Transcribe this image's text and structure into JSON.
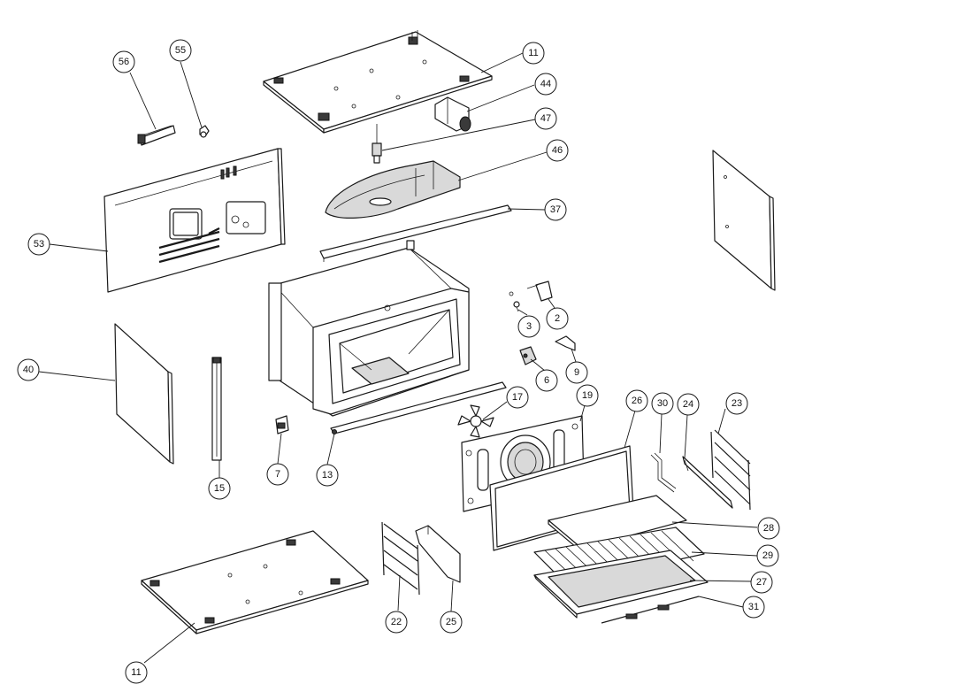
{
  "callouts": [
    {
      "id": "c11a",
      "label": "11"
    },
    {
      "id": "c44",
      "label": "44"
    },
    {
      "id": "c47",
      "label": "47"
    },
    {
      "id": "c46",
      "label": "46"
    },
    {
      "id": "c37",
      "label": "37"
    },
    {
      "id": "c56",
      "label": "56"
    },
    {
      "id": "c55",
      "label": "55"
    },
    {
      "id": "c53",
      "label": "53"
    },
    {
      "id": "c40",
      "label": "40"
    },
    {
      "id": "c15",
      "label": "15"
    },
    {
      "id": "c7",
      "label": "7"
    },
    {
      "id": "c13",
      "label": "13"
    },
    {
      "id": "c17",
      "label": "17"
    },
    {
      "id": "c3",
      "label": "3"
    },
    {
      "id": "c2",
      "label": "2"
    },
    {
      "id": "c9",
      "label": "9"
    },
    {
      "id": "c6",
      "label": "6"
    },
    {
      "id": "c19",
      "label": "19"
    },
    {
      "id": "c26",
      "label": "26"
    },
    {
      "id": "c30",
      "label": "30"
    },
    {
      "id": "c24",
      "label": "24"
    },
    {
      "id": "c23",
      "label": "23"
    },
    {
      "id": "c28",
      "label": "28"
    },
    {
      "id": "c29",
      "label": "29"
    },
    {
      "id": "c27",
      "label": "27"
    },
    {
      "id": "c31",
      "label": "31"
    },
    {
      "id": "c22",
      "label": "22"
    },
    {
      "id": "c25",
      "label": "25"
    },
    {
      "id": "c11b",
      "label": "11"
    }
  ]
}
